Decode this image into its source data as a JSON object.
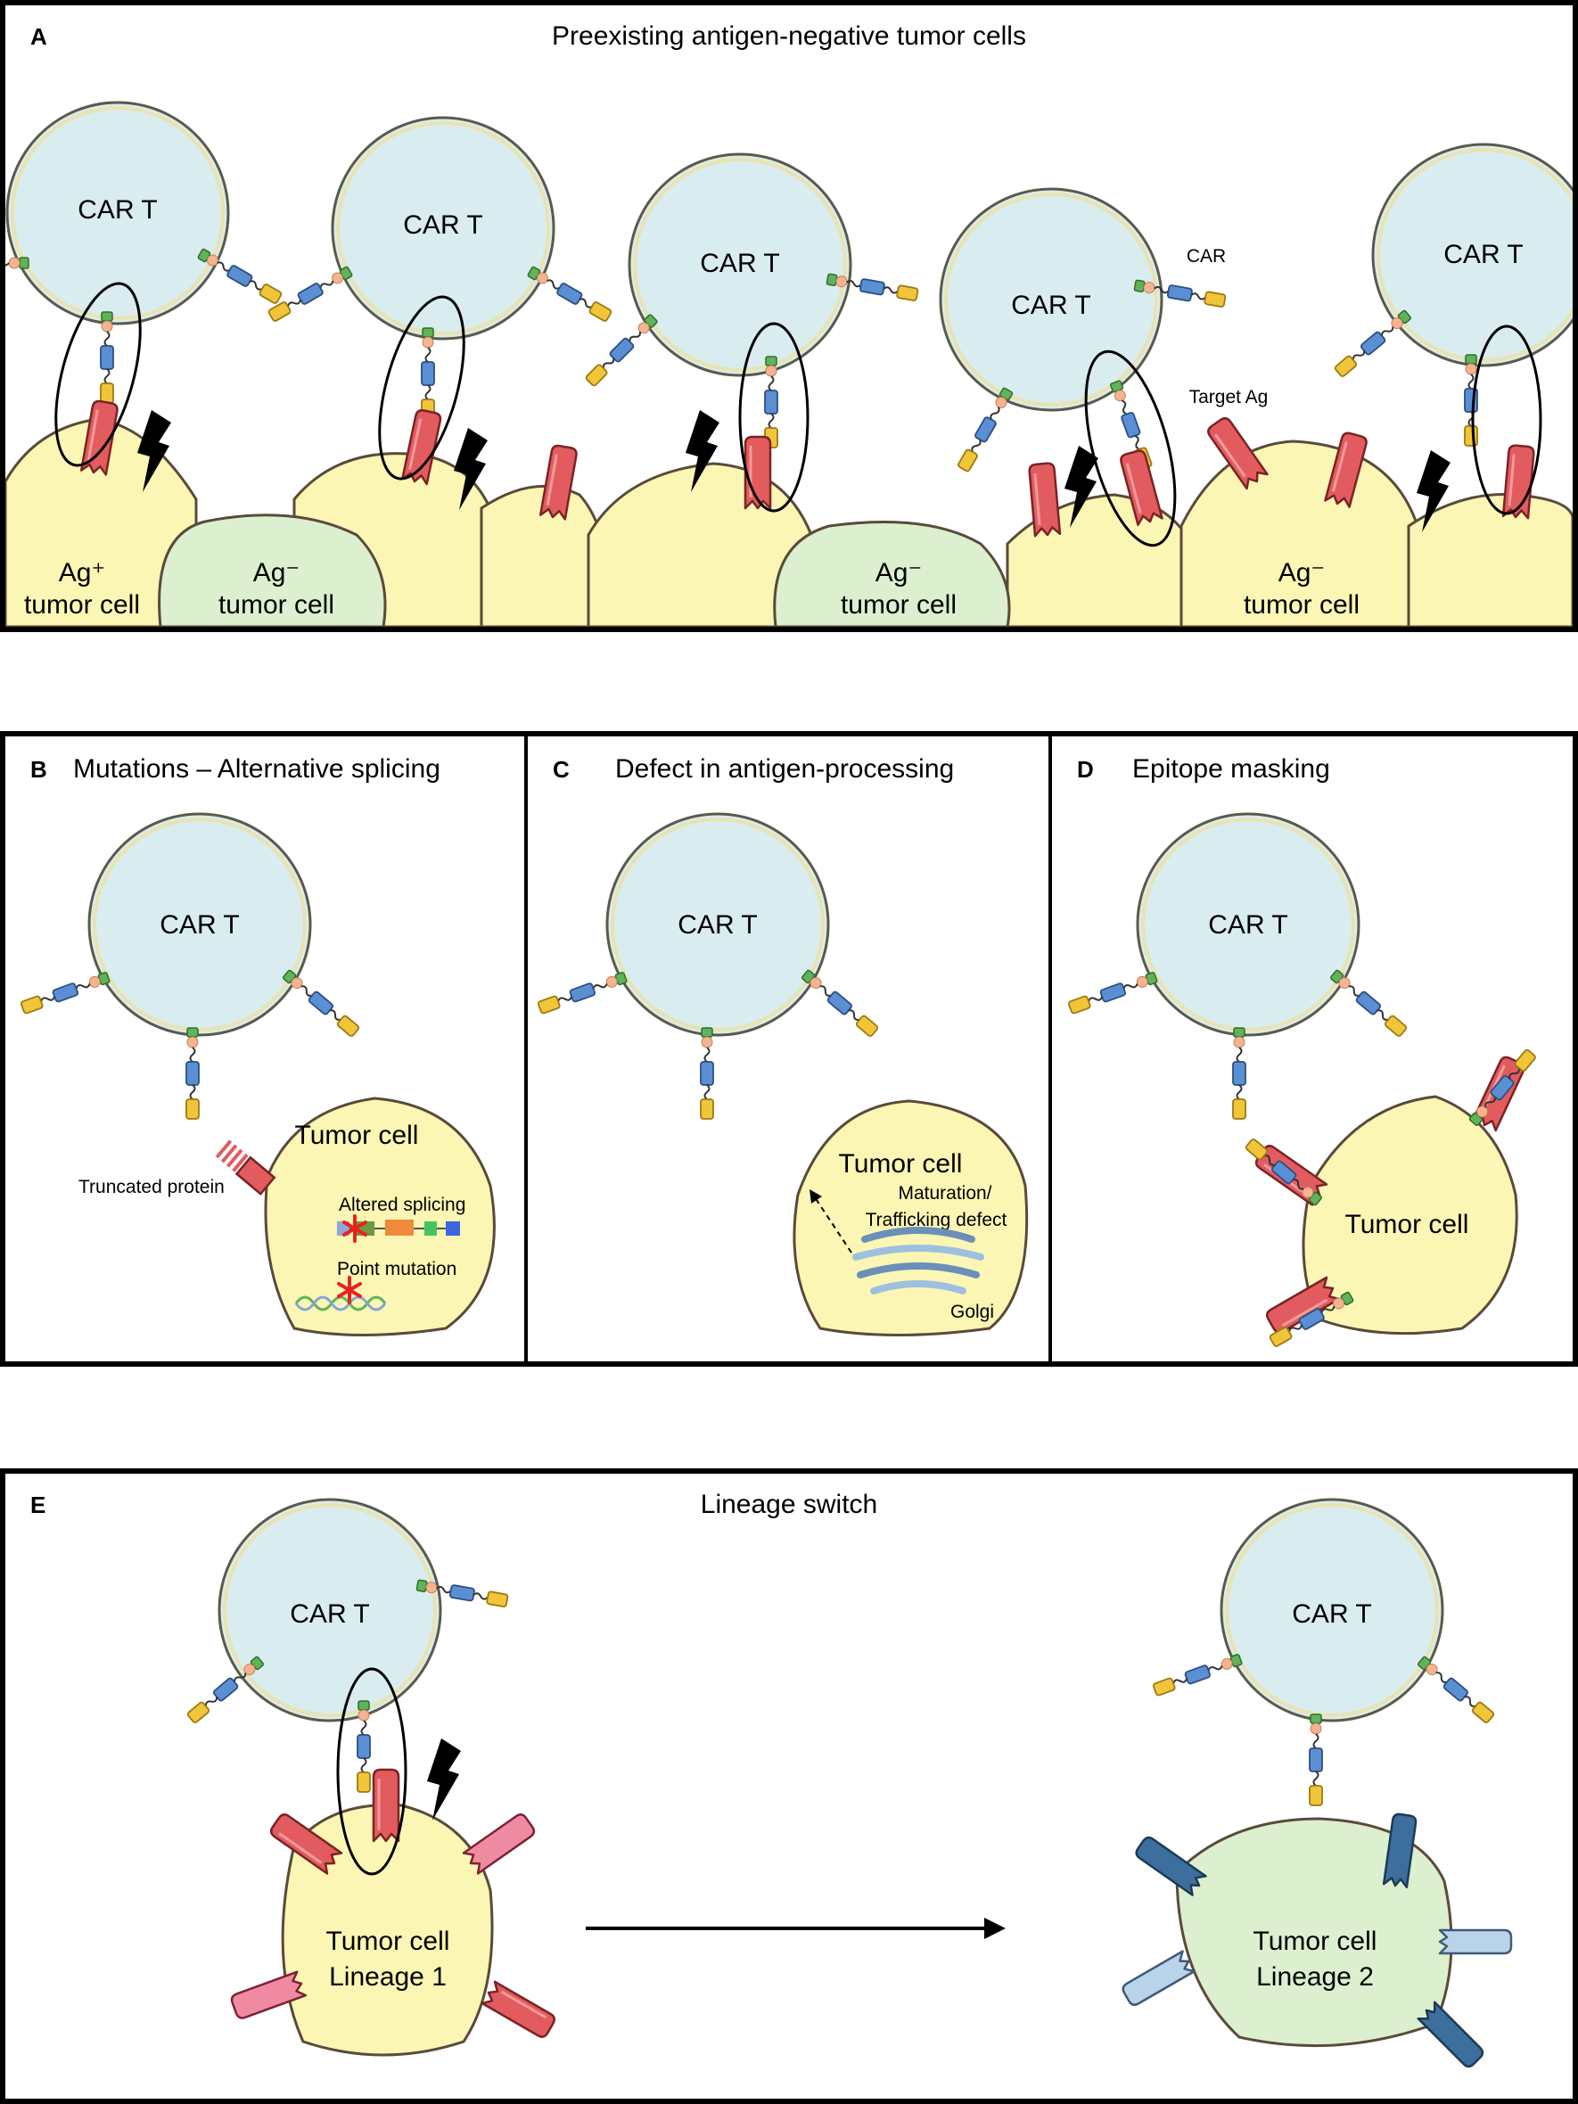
{
  "panels": {
    "A": {
      "letter": "A",
      "title": "Preexisting antigen-negative tumor cells"
    },
    "B": {
      "letter": "B",
      "title": "Mutations – Alternative splicing"
    },
    "C": {
      "letter": "C",
      "title": "Defect in antigen-processing"
    },
    "D": {
      "letter": "D",
      "title": "Epitope masking"
    },
    "E": {
      "letter": "E",
      "title": "Lineage switch"
    }
  },
  "labels": {
    "car_t": "CAR T",
    "car": "CAR",
    "target_ag": "Target Ag",
    "ag_pos_line1": "Ag⁺",
    "ag_neg_line1": "Ag⁻",
    "tumor_cell_lower": "tumor cell",
    "tumor_cell": "Tumor cell",
    "truncated_protein": "Truncated protein",
    "altered_splicing": "Altered splicing",
    "point_mutation": "Point mutation",
    "maturation_line1": "Maturation/",
    "maturation_line2": "Trafficking defect",
    "golgi": "Golgi",
    "lineage1": "Lineage 1",
    "lineage2": "Lineage 2"
  },
  "colors": {
    "car_t_fill": "#d9ecef",
    "car_t_rim": "#e9e3b0",
    "tumor_pos_fill": "#fbf6b3",
    "tumor_neg_fill": "#dcefcf",
    "antigen_red": "#e25c5f",
    "antigen_pink": "#f08aa2",
    "antigen_dark_blue": "#3d6f9e",
    "antigen_light_blue": "#b9d3ea",
    "car_blue": "#5b8fd4",
    "car_yellow": "#f1c53a",
    "car_green": "#5fb35a",
    "car_hinge": "#f4b48f",
    "mutation_star": "#e8231f"
  }
}
